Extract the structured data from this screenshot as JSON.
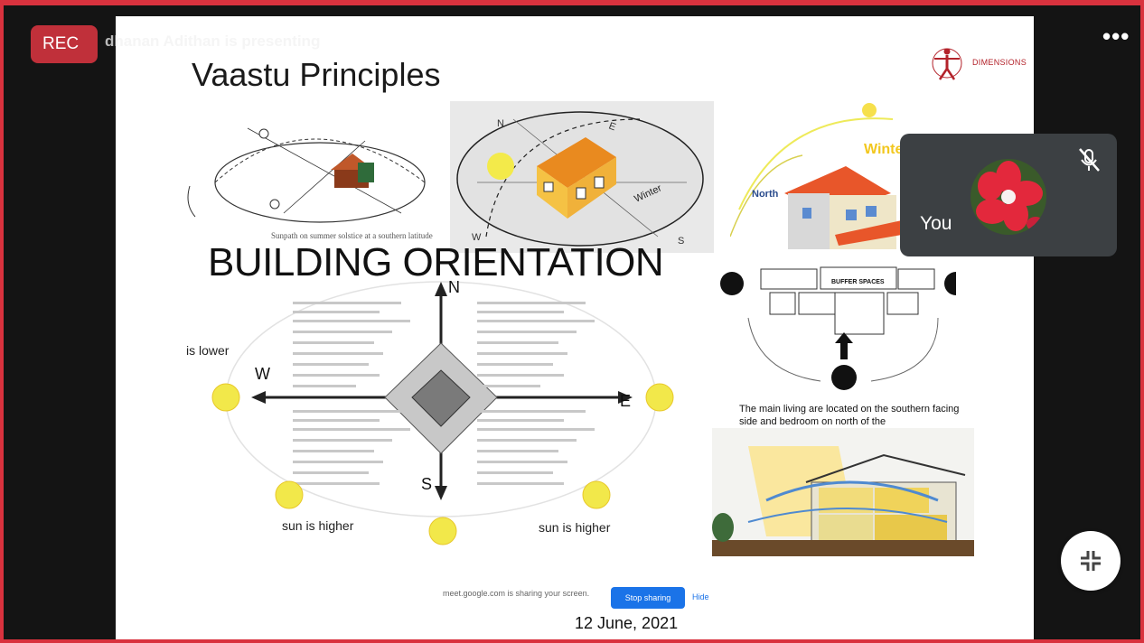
{
  "meeting": {
    "rec_label": "REC",
    "presenter_text": "dhanan Adithan is presenting",
    "more_icon": "more-options-icon"
  },
  "slide": {
    "title": "Vaastu Principles",
    "heading": "BUILDING ORIENTATION",
    "logo_text": "DIMENSIONS",
    "sunpath_caption": "Sunpath on summer solstice at a southern latitude",
    "winter_label_1": "Winter",
    "winter_label_2": "Winter",
    "north_label": "North",
    "compass": {
      "n": "N",
      "s": "S",
      "e": "E",
      "w": "W"
    },
    "sun_lower_label": "is lower",
    "sun_higher_left": "sun is higher",
    "sun_higher_right": "sun is higher",
    "buffer_title": "BUFFER SPACES",
    "caption": "The main living are located on the southern facing side and bedroom on north of the",
    "date": "12 June, 2021"
  },
  "share_bar": {
    "message": "meet.google.com is sharing your screen.",
    "stop_label": "Stop sharing",
    "hide_label": "Hide"
  },
  "self_tile": {
    "name": "You"
  },
  "colors": {
    "frame_border": "#d9323e",
    "rec_bg": "#c0303a",
    "stop_button": "#1a73e8",
    "tile_bg": "#3c4043"
  }
}
